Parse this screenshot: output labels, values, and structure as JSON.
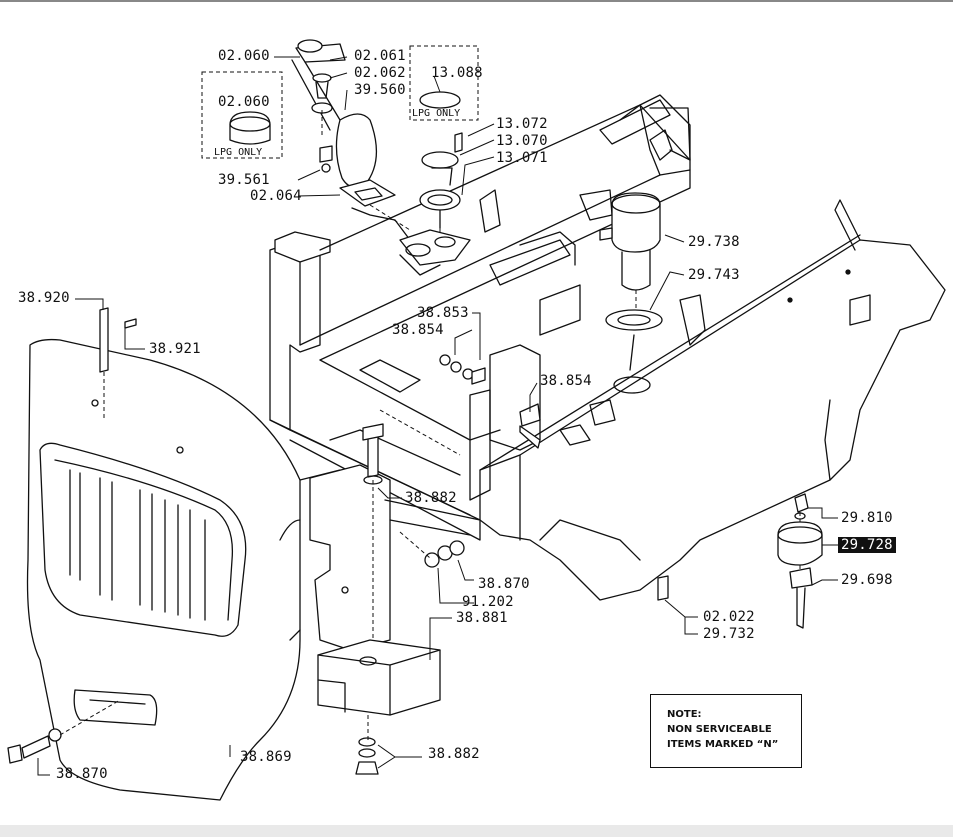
{
  "colors": {
    "ink": "#111111",
    "paper": "#ffffff",
    "highlight_bg": "#111111",
    "highlight_fg": "#ffffff"
  },
  "callouts": {
    "p02060a": "02.060",
    "p02061": "02.061",
    "p02062": "02.062",
    "p39560": "39.560",
    "p13088": "13.088",
    "p02060b": "02.060",
    "p13072": "13.072",
    "p13070": "13.070",
    "p13071": "13.071",
    "p39561": "39.561",
    "p02064": "02.064",
    "p29738": "29.738",
    "p29743": "29.743",
    "p38920": "38.920",
    "p38921": "38.921",
    "p38853": "38.853",
    "p38854a": "38.854",
    "p38854b": "38.854",
    "p38882a": "38.882",
    "p29810": "29.810",
    "p29728": "29.728",
    "p29698": "29.698",
    "p38870a": "38.870",
    "p91202": "91.202",
    "p38881": "38.881",
    "p02022": "02.022",
    "p29732": "29.732",
    "p38869": "38.869",
    "p38882b": "38.882",
    "p38870b": "38.870"
  },
  "insets": {
    "lpg_left": "LPG ONLY",
    "lpg_right": "LPG ONLY"
  },
  "note": {
    "line1": "NOTE:",
    "line2": "NON SERVICEABLE",
    "line3": "ITEMS MARKED “N”"
  }
}
